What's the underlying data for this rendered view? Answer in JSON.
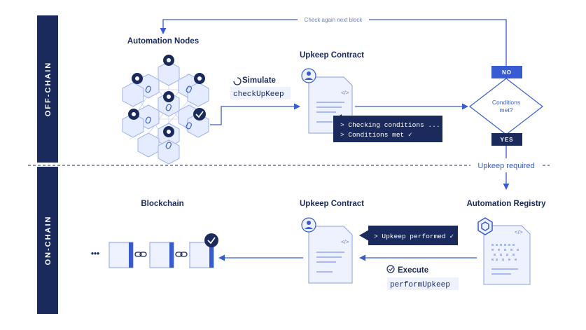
{
  "sides": {
    "offchain": "OFF-CHAIN",
    "onchain": "ON-CHAIN"
  },
  "loop_label": "Check again next block",
  "automation_nodes": {
    "title": "Automation Nodes"
  },
  "simulate": {
    "title": "Simulate",
    "code": "checkUpKeep"
  },
  "upkeep_top": {
    "title": "Upkeep Contract",
    "code_tag": "</>"
  },
  "terminal_top": {
    "line1": "> Checking conditions ...",
    "line2": "> Conditions met ✓"
  },
  "decision": {
    "no": "NO",
    "question_line1": "Conditions",
    "question_line2": "met?",
    "yes": "YES"
  },
  "upkeep_required": "Upkeep required",
  "registry": {
    "title": "Automation Registry",
    "code_tag": "</>"
  },
  "upkeep_bottom": {
    "title": "Upkeep Contract",
    "code_tag": "</>"
  },
  "terminal_bottom": {
    "line1": "> Upkeep performed ✓"
  },
  "execute": {
    "title": "Execute",
    "code": "performUpkeep"
  },
  "blockchain": {
    "title": "Blockchain",
    "ellipsis": "•••"
  },
  "colors": {
    "navy": "#1b2a5c",
    "accent": "#375bd2",
    "light": "#e6ecff"
  }
}
